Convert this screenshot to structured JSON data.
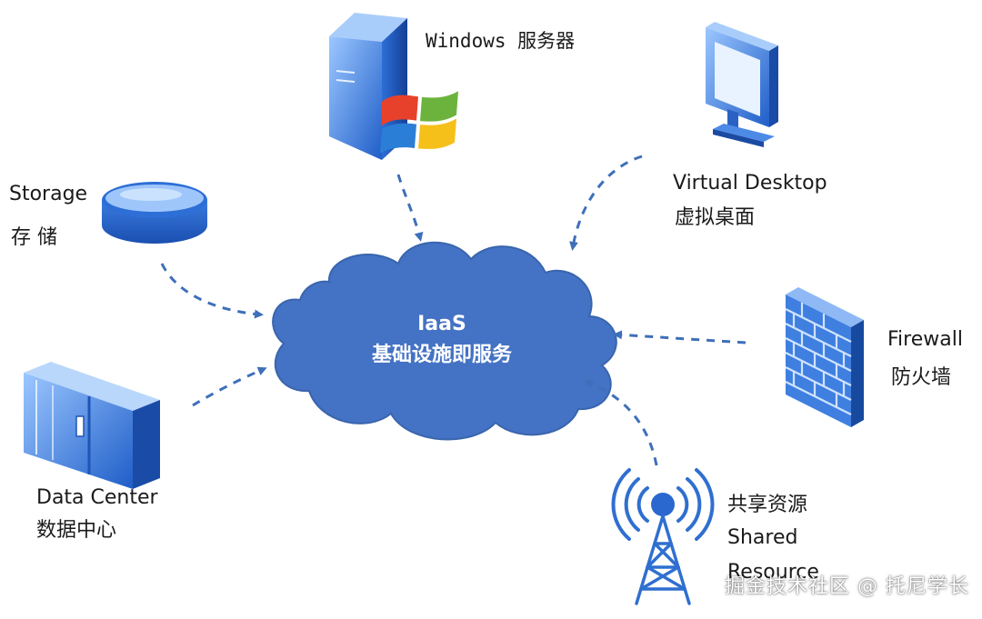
{
  "center": {
    "line1": "IaaS",
    "line2": "基础设施即服务"
  },
  "nodes": {
    "windows": {
      "label": "Windows 服务器"
    },
    "storage": {
      "label_en": "Storage",
      "label_zh": "存 储"
    },
    "virtual_desktop": {
      "label_en": "Virtual Desktop",
      "label_zh": "虚拟桌面"
    },
    "firewall": {
      "label_en": "Firewall",
      "label_zh": "防火墙"
    },
    "data_center": {
      "label_en": "Data Center",
      "label_zh": "数据中心"
    },
    "shared_resource": {
      "label_zh": "共享资源",
      "label_en_1": "Shared",
      "label_en_2": "Resource"
    }
  },
  "watermark": "掘金技术社区 @ 托尼学长",
  "colors": {
    "cloud": "#4472c4",
    "arrow": "#3e6fba",
    "icon_blue": "#2f6fd0",
    "icon_light": "#bcd8ff"
  },
  "icons": [
    "server-icon",
    "windows-logo-icon",
    "monitor-icon",
    "storage-disk-icon",
    "firewall-icon",
    "data-center-icon",
    "antenna-tower-icon"
  ]
}
